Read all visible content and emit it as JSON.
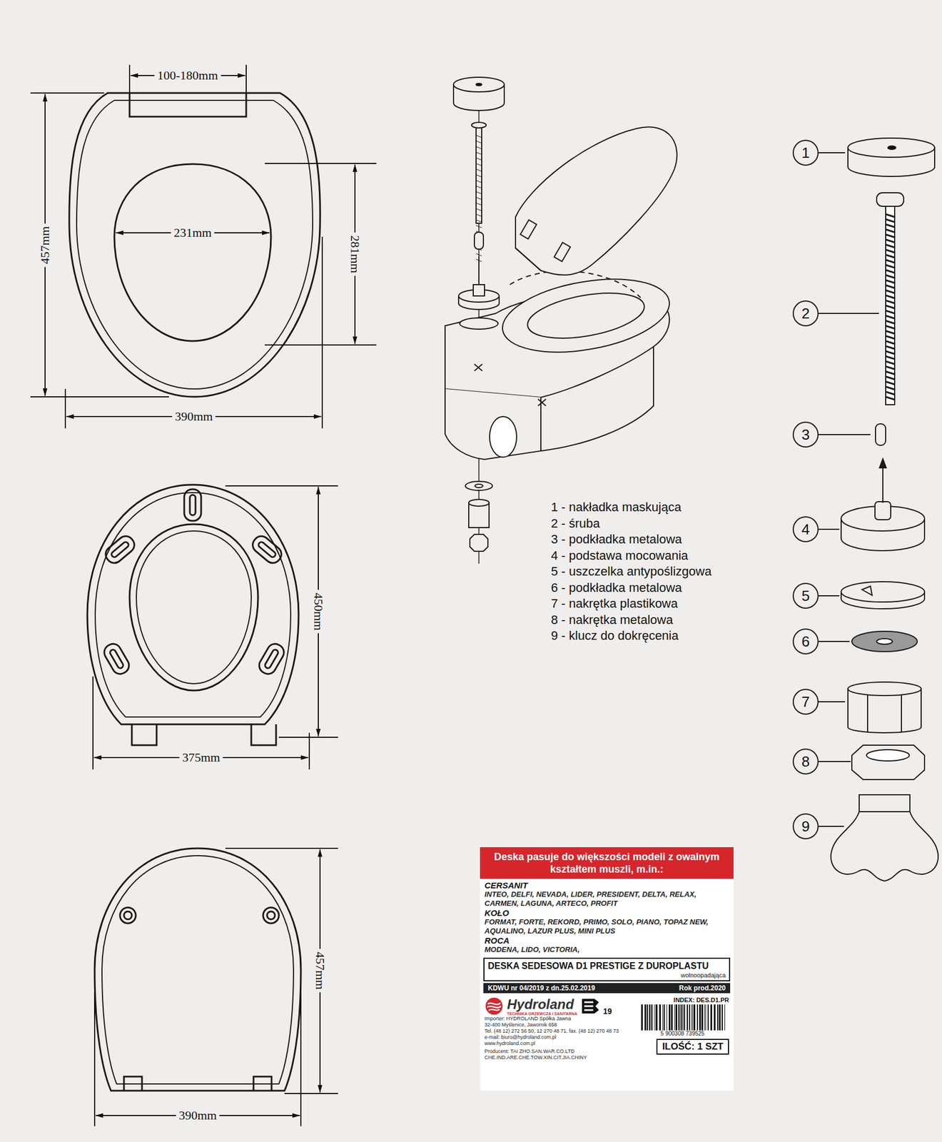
{
  "diagram": {
    "nodes": [
      {
        "text": [
          "Deska pasuje do większości modeli z owalnym kształtem muszli, m.in.:"
        ]
      },
      {
        "text": [
          "DESKA SEDESOWA D1 PRESTIGE Z DUROPLASTU",
          "wolnoopadająca"
        ]
      },
      {
        "text": [
          "KDWU nr 04/2019 z dn.25.02.2019",
          "Rok prod.2020"
        ]
      },
      {
        "text": [
          "ILOŚĆ: 1 SZT"
        ]
      }
    ],
    "labels": [
      "100-180mm",
      "457mm",
      "231mm",
      "281mm",
      "390mm",
      "450mm",
      "375mm",
      "457mm",
      "390mm",
      "1 - nakładka maskująca",
      "2 - śruba",
      "3 - podkładka metalowa",
      "4 - podstawa mocowania",
      "5 - uszczelka antypoślizgowa",
      "6 - podkładka metalowa",
      "7 - nakrętka plastikowa",
      "8 - nakrętka metalowa",
      "9 - klucz do dokręcenia",
      "1",
      "2",
      "3",
      "4",
      "5",
      "6",
      "7",
      "8",
      "9",
      "CERSANIT",
      "INTEO, DELFI, NEVADA, LIDER, PRESIDENT, DELTA, RELAX, CARMEN, LAGUNA, ARTECO, PROFIT",
      "KOŁO",
      "FORMAT, FORTE, REKORD, PRIMO, SOLO, PIANO, TOPAZ NEW, AQUALINO, LAZUR PLUS, MINI PLUS",
      "ROCA",
      "MODENA, LIDO, VICTORIA,",
      "INDEX: DES.D1.PR",
      "Hydroland",
      "TECHNIKA GRZEWCZA I SANITARNA",
      "19",
      "Importer: HYDROLAND Spółka Jawna",
      "32-400 Myślenice, Jawornik 658",
      "Tel. (48 12) 272 56 50, 12 270 48 71, fax. (48 12) 270 48 73",
      "e-mail: biuro@hydroland.com.pl",
      "www.hydroland.com.pl",
      "Producent: TAI ZHO.SAN.WAR.CO.LTD",
      "CHE.IND.ARE.CHE.TOW.XIN.CIT.JIA.CHINY",
      "5 900308 739525"
    ]
  }
}
